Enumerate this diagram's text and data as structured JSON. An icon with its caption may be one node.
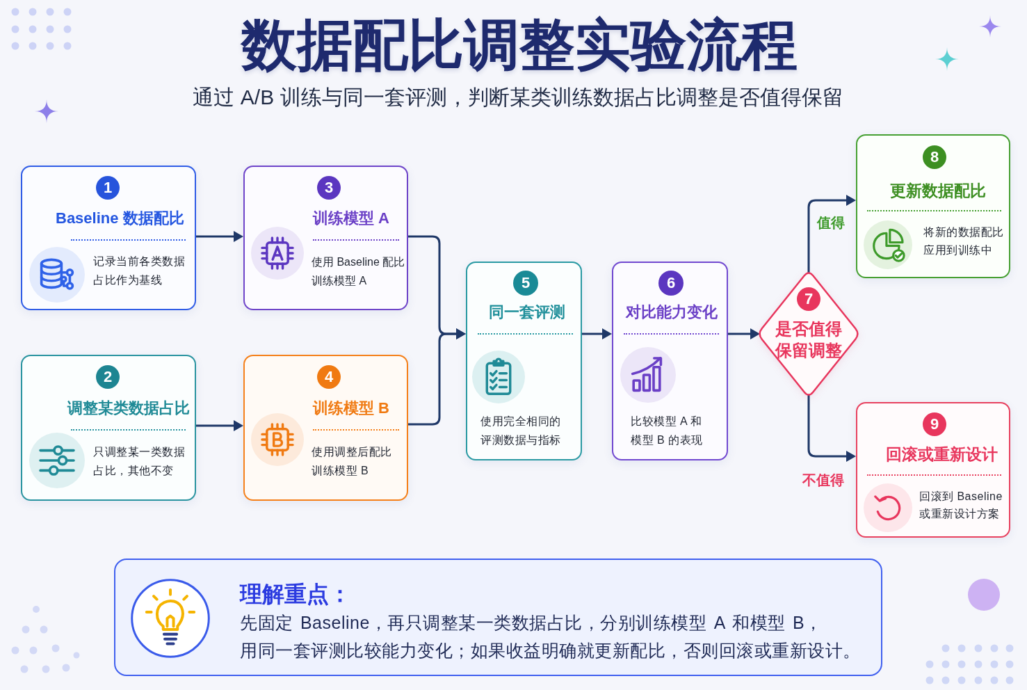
{
  "diagram": {
    "title": "数据配比调整实验流程",
    "nodes": [
      {
        "text": [
          "1",
          "Baseline 数据配比",
          "记录当前各类数据占比作为基线"
        ]
      },
      {
        "text": [
          "2",
          "调整某类数据占比",
          "只调整某一类数据占比，其他不变"
        ]
      },
      {
        "text": [
          "3",
          "训练模型 A",
          "使用 Baseline 配比训练模型 A"
        ]
      },
      {
        "text": [
          "4",
          "训练模型 B",
          "使用调整后配比训练模型 B"
        ]
      },
      {
        "text": [
          "5",
          "同一套评测",
          "使用完全相同的评测数据与指标"
        ]
      },
      {
        "text": [
          "6",
          "对比能力变化",
          "比较模型 A 和模型 B 的表现"
        ]
      },
      {
        "text": [
          "7",
          "是否值得保留调整"
        ]
      },
      {
        "text": [
          "8",
          "更新数据配比",
          "将新的数据配比应用到训练中"
        ]
      },
      {
        "text": [
          "9",
          "回滚或重新设计",
          "回滚到 Baseline或重新设计方案"
        ]
      },
      {
        "text": [
          "理解重点：",
          "先固定 Baseline，再只调整某一类数据占比，分别训练模型 A 和模型 B，用同一套评测比较能力变化；如果收益明确就更新配比，否则回滚或重新设计。"
        ]
      }
    ],
    "edges": [
      {
        "from": 0,
        "to": 2,
        "arrow": "to"
      },
      {
        "from": 1,
        "to": 3,
        "arrow": "to"
      },
      {
        "from": 2,
        "to": 4,
        "arrow": "to"
      },
      {
        "from": 3,
        "to": 4,
        "arrow": "to"
      },
      {
        "from": 4,
        "to": 5,
        "arrow": "to"
      },
      {
        "from": 5,
        "to": 6,
        "arrow": "to"
      },
      {
        "from": 6,
        "to": 7,
        "arrow": "to",
        "label": "值得"
      },
      {
        "from": 6,
        "to": 8,
        "arrow": "to",
        "label": "不值得"
      }
    ],
    "labels": [
      "通过 A/B 训练与同一套评测，判断某类训练数据占比调整是否值得保留"
    ]
  }
}
